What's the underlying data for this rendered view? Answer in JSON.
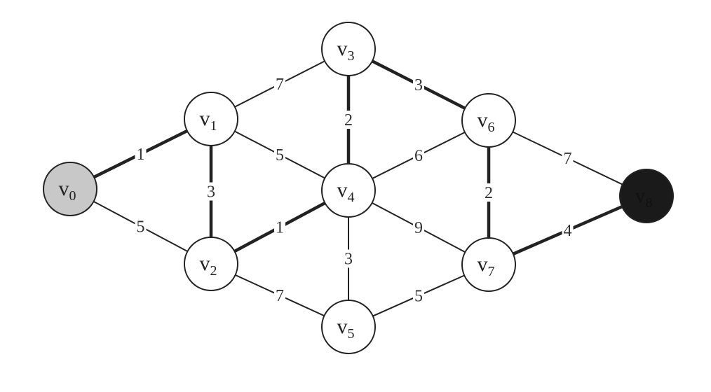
{
  "graph": {
    "nodes": [
      {
        "id": "v0",
        "base": "v",
        "sub": "0",
        "style": "start"
      },
      {
        "id": "v1",
        "base": "v",
        "sub": "1",
        "style": "normal"
      },
      {
        "id": "v2",
        "base": "v",
        "sub": "2",
        "style": "normal"
      },
      {
        "id": "v3",
        "base": "v",
        "sub": "3",
        "style": "normal"
      },
      {
        "id": "v4",
        "base": "v",
        "sub": "4",
        "style": "normal"
      },
      {
        "id": "v5",
        "base": "v",
        "sub": "5",
        "style": "normal"
      },
      {
        "id": "v6",
        "base": "v",
        "sub": "6",
        "style": "normal"
      },
      {
        "id": "v7",
        "base": "v",
        "sub": "7",
        "style": "normal"
      },
      {
        "id": "v8",
        "base": "v",
        "sub": "8",
        "style": "end"
      }
    ],
    "edges": [
      {
        "from": "v0",
        "to": "v1",
        "weight": "1",
        "highlighted": true
      },
      {
        "from": "v0",
        "to": "v2",
        "weight": "5",
        "highlighted": false
      },
      {
        "from": "v1",
        "to": "v2",
        "weight": "3",
        "highlighted": true
      },
      {
        "from": "v1",
        "to": "v3",
        "weight": "7",
        "highlighted": false
      },
      {
        "from": "v1",
        "to": "v4",
        "weight": "5",
        "highlighted": false
      },
      {
        "from": "v2",
        "to": "v4",
        "weight": "1",
        "highlighted": true
      },
      {
        "from": "v2",
        "to": "v5",
        "weight": "7",
        "highlighted": false
      },
      {
        "from": "v3",
        "to": "v4",
        "weight": "2",
        "highlighted": true
      },
      {
        "from": "v3",
        "to": "v6",
        "weight": "3",
        "highlighted": true
      },
      {
        "from": "v4",
        "to": "v6",
        "weight": "6",
        "highlighted": false
      },
      {
        "from": "v4",
        "to": "v5",
        "weight": "3",
        "highlighted": false
      },
      {
        "from": "v4",
        "to": "v7",
        "weight": "9",
        "highlighted": false
      },
      {
        "from": "v5",
        "to": "v7",
        "weight": "5",
        "highlighted": false
      },
      {
        "from": "v6",
        "to": "v7",
        "weight": "2",
        "highlighted": true
      },
      {
        "from": "v6",
        "to": "v8",
        "weight": "7",
        "highlighted": false
      },
      {
        "from": "v7",
        "to": "v8",
        "weight": "4",
        "highlighted": true
      }
    ]
  },
  "colors": {
    "start_fill": "#c8c8c8",
    "end_fill": "#1a1a1a",
    "node_fill": "#ffffff",
    "stroke": "#222222"
  }
}
